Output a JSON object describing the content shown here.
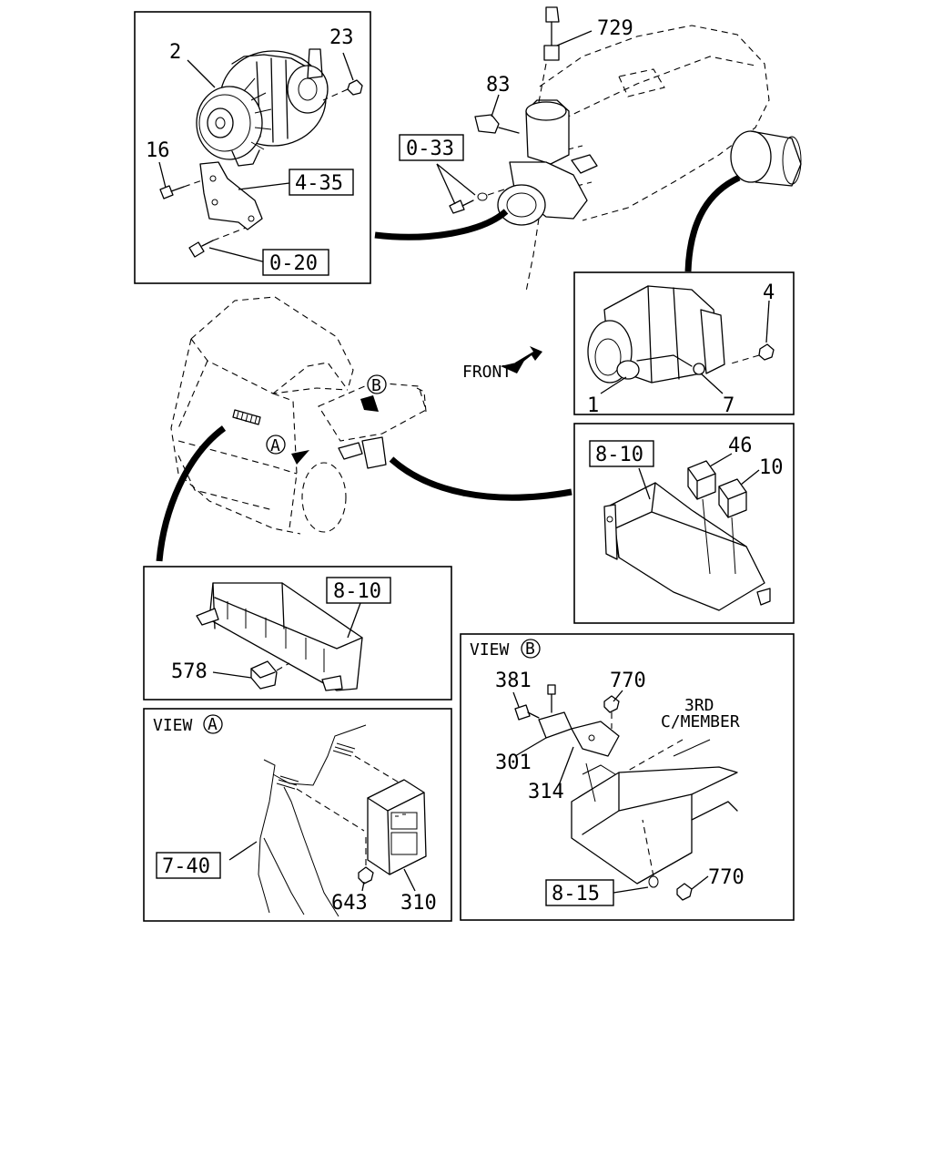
{
  "figure": {
    "front_label": "FRONT",
    "view_a_word": "VIEW",
    "view_a_letter": "A",
    "view_b_word": "VIEW",
    "view_b_letter": "B",
    "marker_a": "A",
    "marker_b": "B",
    "third_member_line1": "3RD",
    "third_member_line2": "C/MEMBER"
  },
  "part_numbers": {
    "p2": "2",
    "p23": "23",
    "p16": "16",
    "p729": "729",
    "p83": "83",
    "p4": "4",
    "p1": "1",
    "p7": "7",
    "p46": "46",
    "p10": "10",
    "p578": "578",
    "p381": "381",
    "p770a": "770",
    "p301": "301",
    "p314": "314",
    "p770b": "770",
    "p643": "643",
    "p310": "310"
  },
  "section_refs": {
    "r435": "4-35",
    "r020": "0-20",
    "r033": "0-33",
    "r810a": "8-10",
    "r810b": "8-10",
    "r740": "7-40",
    "r815": "8-15"
  }
}
